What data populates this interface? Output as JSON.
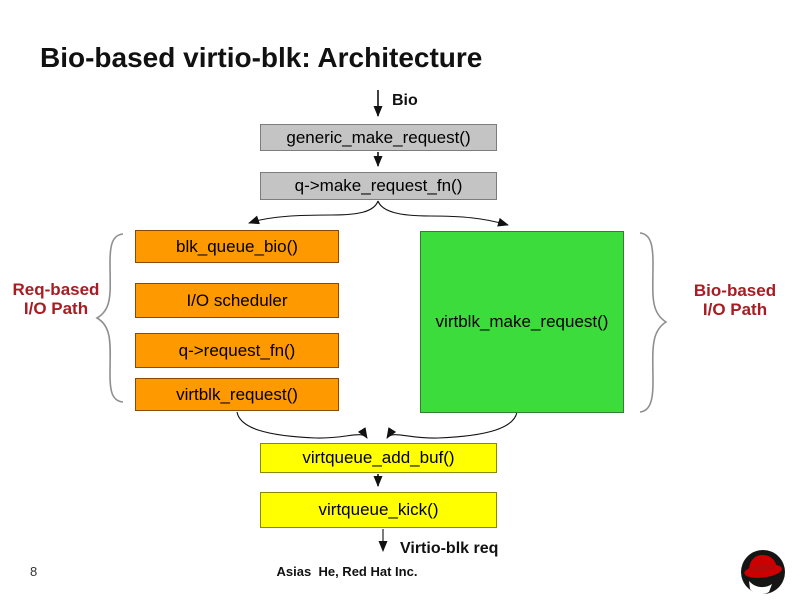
{
  "slide": {
    "title": "Bio-based virtio-blk: Architecture",
    "page_number": "8",
    "credit": "Asias  He, Red Hat Inc."
  },
  "flow": {
    "input_label": "Bio",
    "output_label": "Virtio-blk req",
    "generic_make_request": "generic_make_request()",
    "q_make_request_fn": "q->make_request_fn()",
    "req_path": {
      "label_line1": "Req-based",
      "label_line2": "I/O Path",
      "steps": [
        "blk_queue_bio()",
        "I/O scheduler",
        "q->request_fn()",
        "virtblk_request()"
      ]
    },
    "bio_path": {
      "label_line1": "Bio-based",
      "label_line2": "I/O Path",
      "step": "virtblk_make_request()"
    },
    "virtqueue_add_buf": "virtqueue_add_buf()",
    "virtqueue_kick": "virtqueue_kick()"
  },
  "logo": {
    "icon": "red-hat-shadowman-logo"
  },
  "colors": {
    "box_gray": "#c4c4c4",
    "border_gray": "#7d7d7d",
    "box_orange": "#ff9900",
    "border_orange": "#8c4a00",
    "box_green": "#3ddc3d",
    "border_green": "#357d35",
    "box_yellow": "#ffff00",
    "border_yellow": "#8a8a00",
    "path_label_red": "#a81c23",
    "arrow_black": "#111111",
    "brace_gray": "#8f8f8f",
    "logo_red": "#cc0000",
    "logo_black": "#151515"
  }
}
